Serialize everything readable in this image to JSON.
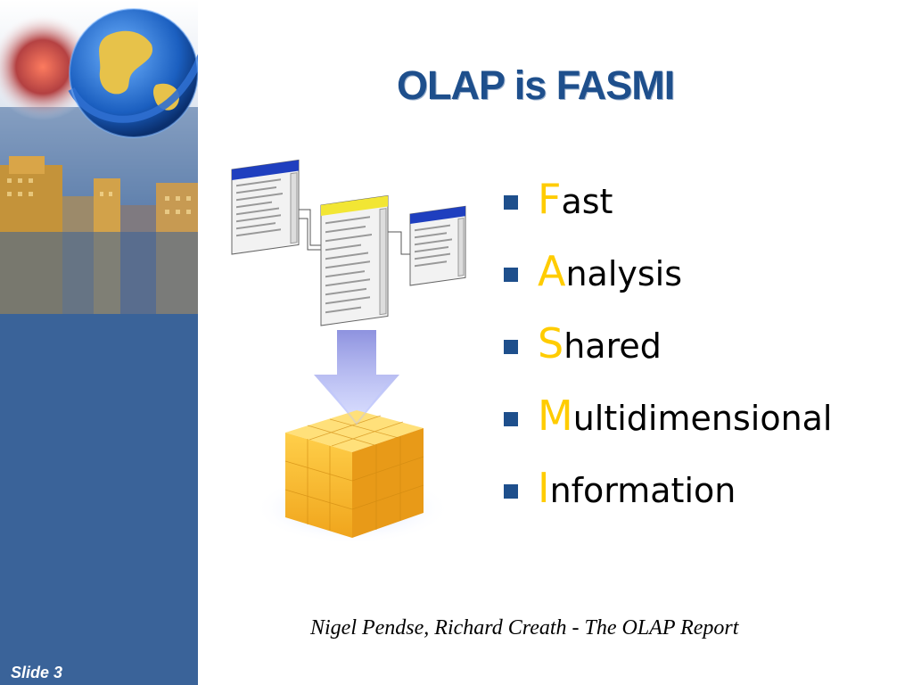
{
  "slide": {
    "title": "OLAP is FASMI",
    "slide_number": "Slide 3",
    "source": "Nigel Pendse, Richard Creath - The OLAP Report"
  },
  "bullets": [
    {
      "initial": "F",
      "rest": "ast"
    },
    {
      "initial": "A",
      "rest": "nalysis"
    },
    {
      "initial": "S",
      "rest": "hared"
    },
    {
      "initial": "M",
      "rest": "ultidimensional"
    },
    {
      "initial": "I",
      "rest": "nformation"
    }
  ],
  "colors": {
    "sidebar": "#3a6399",
    "title": "#1e4f8c",
    "accent_letter": "#ffcc00",
    "bullet_marker": "#1e4f8c"
  },
  "icons": {
    "left_art": "globe-city-icon",
    "diagram": "data-windows-to-cube-icon"
  }
}
